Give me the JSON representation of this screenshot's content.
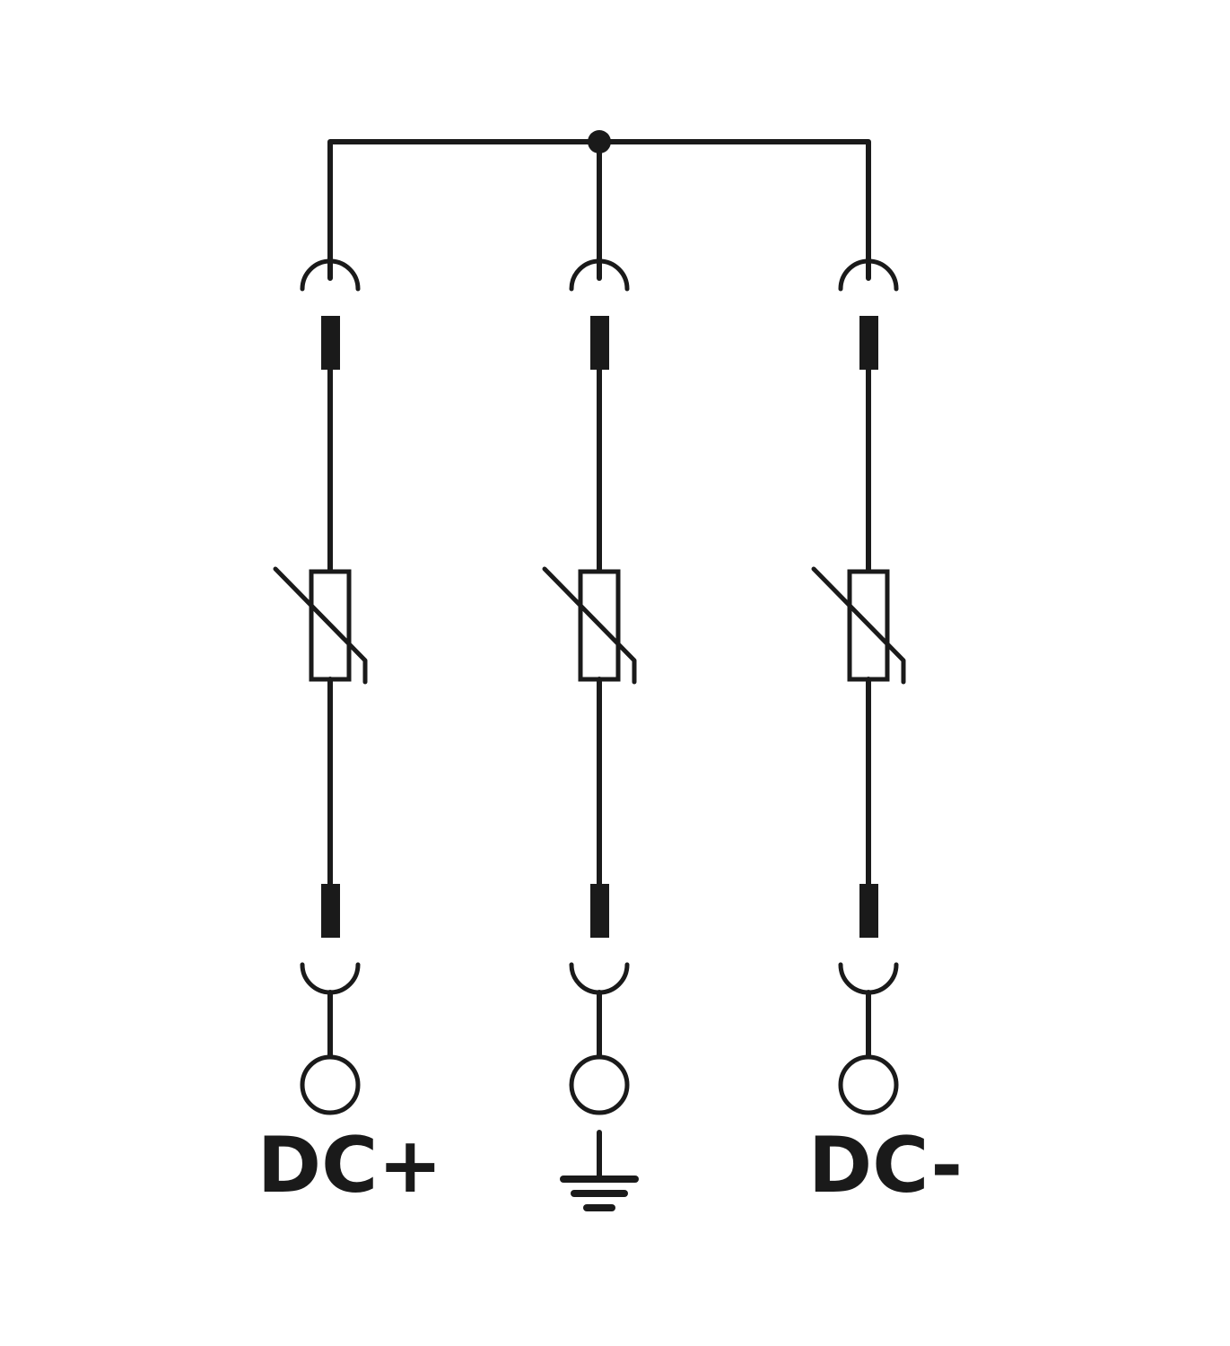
{
  "diagram": {
    "branches": [
      {
        "id": "dc-plus",
        "label": "DC+",
        "terminal_type": "label"
      },
      {
        "id": "pe",
        "label": "",
        "terminal_type": "ground-icon"
      },
      {
        "id": "dc-minus",
        "label": "DC-",
        "terminal_type": "label"
      }
    ],
    "colors": {
      "line": "#1a1a1a",
      "background": "#ffffff"
    }
  }
}
